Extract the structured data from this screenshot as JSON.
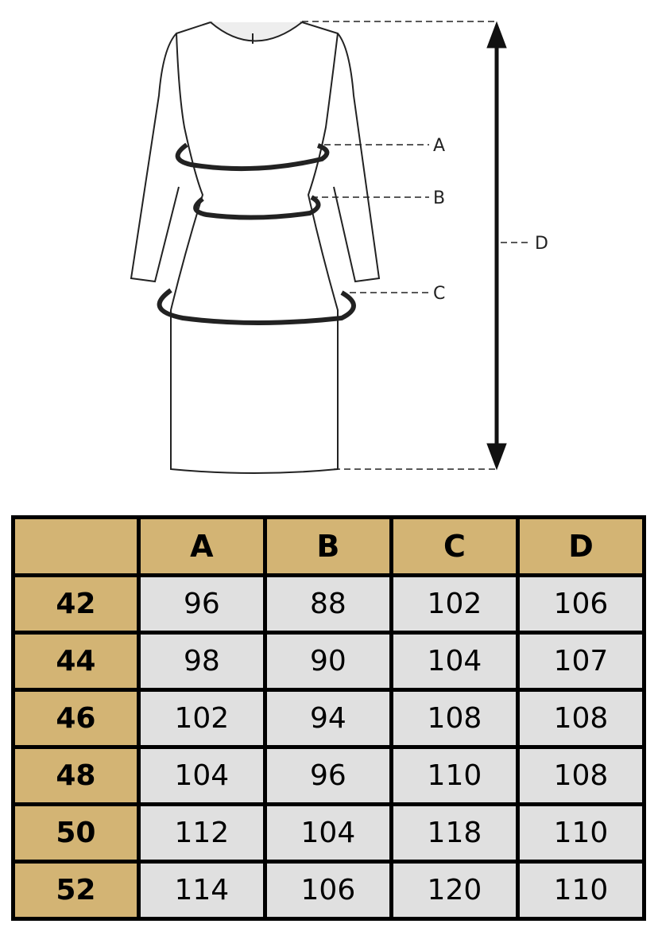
{
  "diagram": {
    "labels": {
      "a": "A",
      "b": "B",
      "c": "C",
      "d": "D"
    }
  },
  "table": {
    "corner": "",
    "columns": [
      "A",
      "B",
      "C",
      "D"
    ],
    "rows": [
      {
        "size": "42",
        "values": [
          "96",
          "88",
          "102",
          "106"
        ]
      },
      {
        "size": "44",
        "values": [
          "98",
          "90",
          "104",
          "107"
        ]
      },
      {
        "size": "46",
        "values": [
          "102",
          "94",
          "108",
          "108"
        ]
      },
      {
        "size": "48",
        "values": [
          "104",
          "96",
          "110",
          "108"
        ]
      },
      {
        "size": "50",
        "values": [
          "112",
          "104",
          "118",
          "110"
        ]
      },
      {
        "size": "52",
        "values": [
          "114",
          "106",
          "120",
          "110"
        ]
      }
    ]
  },
  "colors": {
    "header": "#D3B474",
    "cell": "#E0E0E0"
  }
}
